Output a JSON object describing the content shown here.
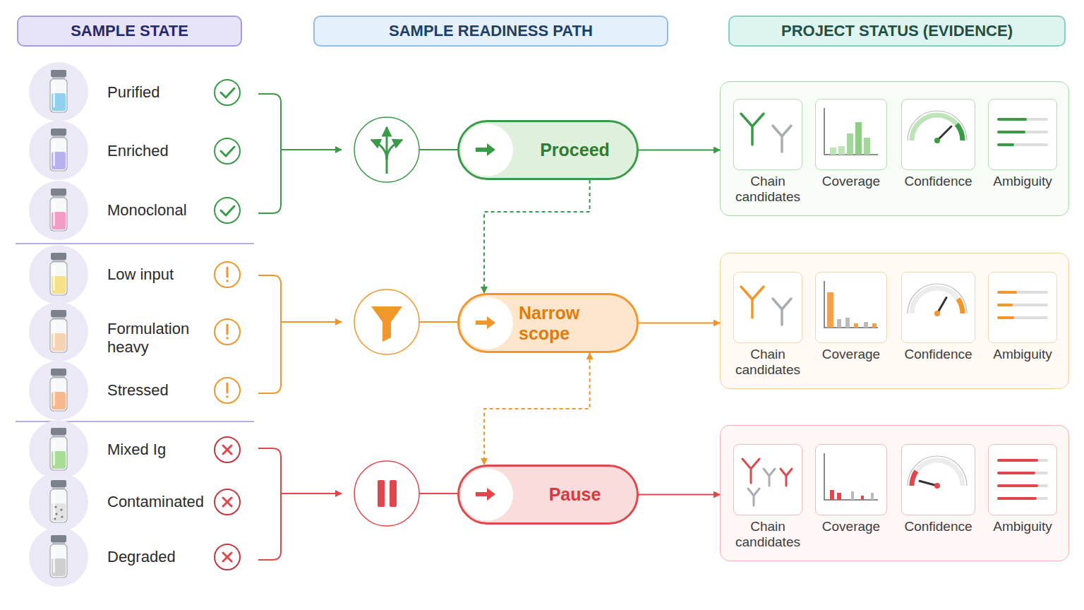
{
  "diagram": {
    "nodes": [
      {
        "text": [
          "SAMPLE STATE"
        ]
      },
      {
        "text": [
          "SAMPLE READINESS PATH"
        ]
      },
      {
        "text": [
          "PROJECT STATUS (EVIDENCE)"
        ]
      },
      {
        "text": [
          "Proceed"
        ]
      },
      {
        "text": []
      },
      {
        "text": [
          "Chain candidates"
        ],
        "in": 4
      },
      {
        "text": [
          "Coverage"
        ],
        "in": 4
      },
      {
        "text": [
          "Confidence"
        ],
        "in": 4
      },
      {
        "text": [
          "Ambiguity"
        ],
        "in": 4
      },
      {
        "text": [
          "Narrow scope"
        ]
      },
      {
        "text": []
      },
      {
        "text": [
          "Chain candidates"
        ],
        "in": 10
      },
      {
        "text": [
          "Coverage"
        ],
        "in": 10
      },
      {
        "text": [
          "Confidence"
        ],
        "in": 10
      },
      {
        "text": [
          "Ambiguity"
        ],
        "in": 10
      },
      {
        "text": [
          "Pause"
        ]
      },
      {
        "text": []
      },
      {
        "text": [
          "Chain candidates"
        ],
        "in": 16
      },
      {
        "text": [
          "Coverage"
        ],
        "in": 16
      },
      {
        "text": [
          "Confidence"
        ],
        "in": 16
      },
      {
        "text": [
          "Ambiguity"
        ],
        "in": 16
      }
    ],
    "edges": [
      {
        "from": 3,
        "to": 4,
        "arrow": "to"
      },
      {
        "from": 9,
        "to": 10,
        "arrow": "to"
      },
      {
        "from": 15,
        "to": 16,
        "arrow": "to"
      },
      {
        "from": 3,
        "to": 9,
        "arrow": "to"
      },
      {
        "from": 9,
        "to": 15,
        "arrow": "both"
      }
    ],
    "labels": [
      "Purified",
      "Enriched",
      "Monoclonal",
      "Low input",
      "Formulation heavy",
      "Stressed",
      "Mixed Ig",
      "Contaminated",
      "Degraded"
    ]
  }
}
